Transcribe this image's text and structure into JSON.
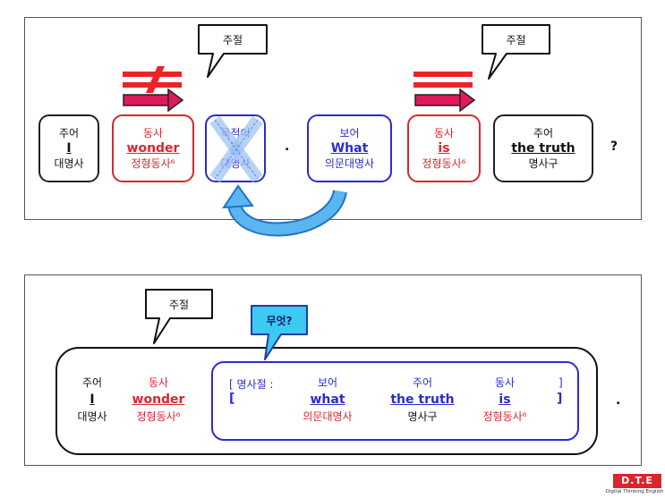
{
  "diagram1": {
    "bubble_left": "주절",
    "bubble_right": "주절",
    "boxes": [
      {
        "top": "주어",
        "main": "I",
        "bottom": "대명사"
      },
      {
        "top": "동사",
        "main": "wonder",
        "bottom": "정형동사⁶"
      },
      {
        "top": "목적어",
        "main": "it",
        "bottom": "대명사"
      },
      {
        "top": "보어",
        "main": "What",
        "bottom": "의문대명사"
      },
      {
        "top": "동사",
        "main": "is",
        "bottom": "정형동사⁶"
      },
      {
        "top": "주어",
        "main": "the truth",
        "bottom": "명사구"
      }
    ],
    "period": ".",
    "question": "?"
  },
  "diagram2": {
    "bubble_main": "주절",
    "bubble_clause": "무엇?",
    "subject": {
      "top": "주어",
      "main": "I",
      "bottom": "대명사"
    },
    "verb": {
      "top": "동사",
      "main": "wonder",
      "bottom": "정형동사⁶"
    },
    "clause_label": "[ 명사절 :",
    "clause_open": "[",
    "clause_close_top": "]",
    "clause_close": "]",
    "inner": [
      {
        "top": "보어",
        "main": "what",
        "bottom": "의문대명사"
      },
      {
        "top": "주어",
        "main": "the truth",
        "bottom": "명사구"
      },
      {
        "top": "동사",
        "main": "is",
        "bottom": "정형동사⁶"
      }
    ],
    "period": "."
  },
  "logo": {
    "text": "D.T.E",
    "subtitle": "Digital Thinking English"
  },
  "colors": {
    "red": "#d9262f",
    "blue": "#2b2bd0",
    "pink": "#e0195a",
    "light_blue": "#5bb6f0",
    "cyan": "#3cc9f2"
  }
}
